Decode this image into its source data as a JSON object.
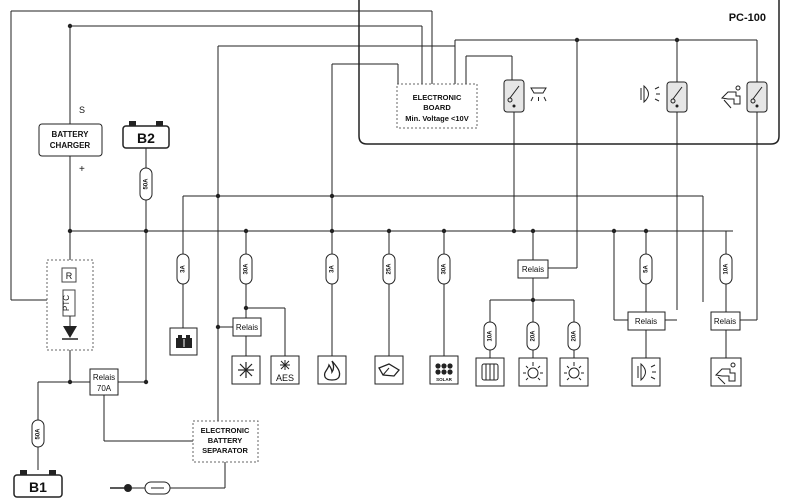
{
  "panel": {
    "title": "PC-100"
  },
  "board": {
    "line1": "ELECTRONIC",
    "line2": "BOARD",
    "line3": "Min. Voltage <10V"
  },
  "charger": {
    "line1": "BATTERY",
    "line2": "CHARGER",
    "s": "S",
    "plus": "+"
  },
  "batteries": {
    "b1": "B1",
    "b2": "B2"
  },
  "ptc": {
    "r": "R",
    "ptc": "PTC"
  },
  "relais_main": {
    "line1": "Relais",
    "line2": "70A"
  },
  "separator": {
    "line1": "ELECTRONIC",
    "line2": "BATTERY",
    "line3": "SEPARATOR"
  },
  "relais_label": "Relais",
  "fuses": {
    "b1": "50A",
    "b2": "50A",
    "c1": "3A",
    "c2": "30A",
    "c3": "3A",
    "c4": "25A",
    "c5": "30A",
    "c6": "5A",
    "c7": "10A",
    "s1": "10A",
    "s2": "20A",
    "s3": "20A"
  },
  "tiles": {
    "aes": "AES",
    "solar": "SOLAR"
  },
  "icons": {
    "fridge": "snowflake-icon",
    "flame": "flame-icon",
    "pump": "water-pump-icon",
    "solar": "solar-panel-icon",
    "heater": "heater-icon",
    "lamp": "lamp-icon",
    "headlight": "headlight-icon",
    "tap": "water-tap-icon",
    "plug": "plug-icon"
  }
}
